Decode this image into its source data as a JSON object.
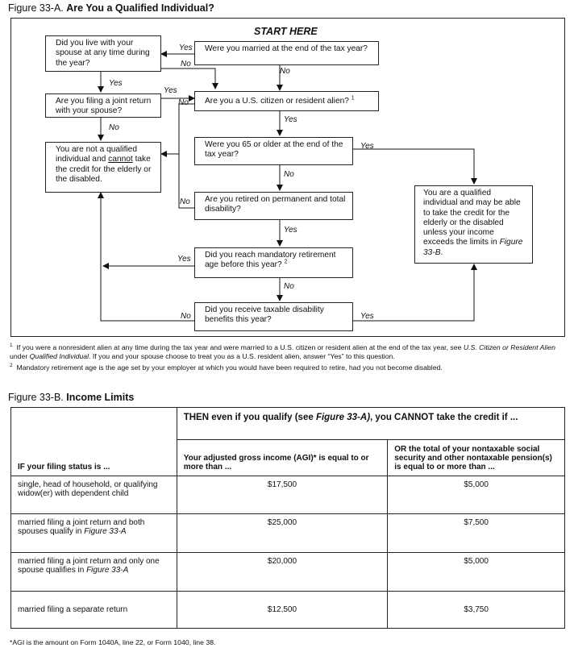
{
  "figure_a": {
    "label": "Figure 33-A.",
    "title": "Are You a Qualified Individual?",
    "start_here": "START HERE",
    "boxes": {
      "married": "Were you married at the end of the tax year?",
      "lived_with_spouse": "Did you live with your spouse at any time during the year?",
      "joint_return": "Are you filing a joint return with your spouse?",
      "not_qualified_1": "You are not a qualified individual and ",
      "not_qualified_cannot": "cannot",
      "not_qualified_2": " take the credit for the elderly or the disabled.",
      "citizen": "Are you a U.S. citizen or resident alien?",
      "citizen_note": "1",
      "age65": "Were you 65 or older at the end of the tax year?",
      "retired": "Are you retired on permanent and total disability?",
      "mandatory_age": "Did you reach mandatory retirement age before this year?",
      "mandatory_note": "2",
      "disability_benefits": "Did you receive taxable disability benefits this year?",
      "qualified_1": "You are a qualified individual and may be able to take the credit for the elderly or the disabled unless your income exceeds the limits in ",
      "qualified_ref": "Figure 33-B",
      "qualified_2": "."
    },
    "labels": {
      "yes": "Yes",
      "no": "No"
    },
    "footnote1_mark": "1",
    "footnote1_a": "If you were a nonresident alien at any time during the tax year and were married to a U.S. citizen or resident alien at the end of the tax year, see ",
    "footnote1_ref1": "U.S. Citizen or Resident Alien",
    "footnote1_b": " under ",
    "footnote1_ref2": "Qualified Individual",
    "footnote1_c": ". If you and your spouse choose to treat you as a U.S. resident alien, answer “Yes” to this question.",
    "footnote2_mark": "2",
    "footnote2": "Mandatory retirement age is the age set by your employer at which you would have been required to retire, had you not become disabled."
  },
  "figure_b": {
    "label": "Figure 33-B.",
    "title": "Income Limits",
    "then_header_1": "THEN even if you qualify (see ",
    "then_header_ref": "Figure 33-A)",
    "then_header_2": ", you CANNOT take the credit if ...",
    "col_status": "IF your filing status is ...",
    "col_agi": "Your adjusted gross income (AGI)* is equal to or more than ...",
    "col_nontax": "OR the total of your nontaxable social security and other nontaxable pension(s) is equal to or more than ...",
    "rows": [
      {
        "status": "single, head of household, or qualifying widow(er) with dependent child",
        "status_ref": "",
        "agi": "$17,500",
        "nontax": "$5,000"
      },
      {
        "status": "married filing a joint return and both spouses qualify in ",
        "status_ref": "Figure 33-A",
        "agi": "$25,000",
        "nontax": "$7,500"
      },
      {
        "status": "married filing a joint return and only one spouse qualifies in ",
        "status_ref": "Figure 33-A",
        "agi": "$20,000",
        "nontax": "$5,000"
      },
      {
        "status": "married filing a separate return",
        "status_ref": "",
        "agi": "$12,500",
        "nontax": "$3,750"
      }
    ],
    "agi_note": "*AGI is the amount on Form 1040A, line 22, or Form 1040, line 38."
  }
}
